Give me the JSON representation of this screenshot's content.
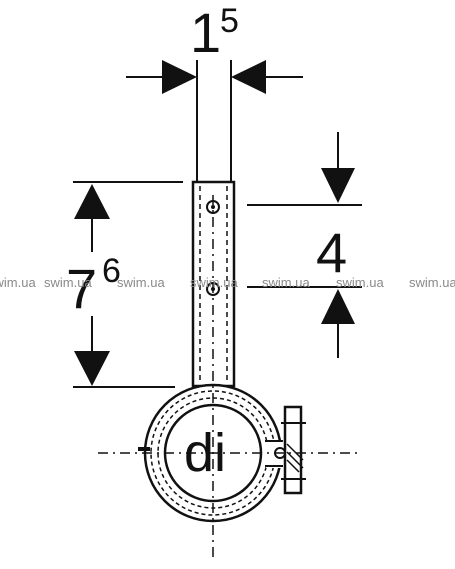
{
  "dimensions": {
    "width_label_base": "1",
    "width_label_sup": "5",
    "height_label_base": "7",
    "height_label_sup": "6",
    "offset_label": "4",
    "diameter_label": "di"
  },
  "watermark": {
    "text": "swim.ua",
    "repeat_count": 6
  },
  "colors": {
    "line": "#111111",
    "watermark": "#8a8a8a",
    "background": "#ffffff"
  }
}
